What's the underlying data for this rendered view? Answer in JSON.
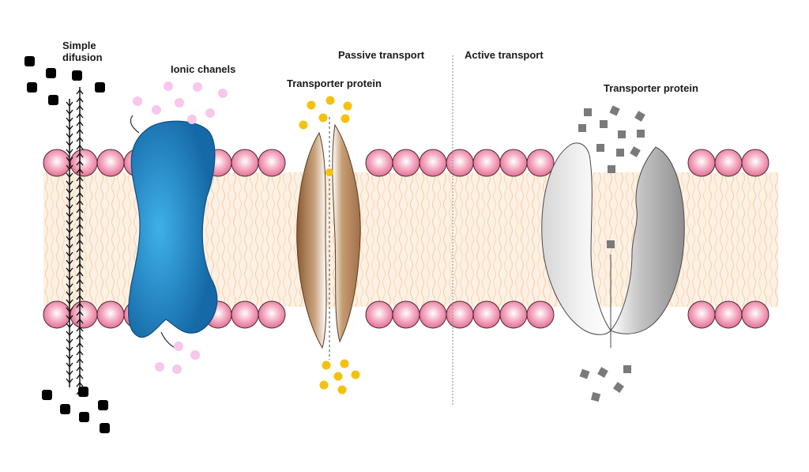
{
  "labels": {
    "simple_diffusion_line1": "Simple",
    "simple_diffusion_line2": "difusion",
    "ionic_channels": "Ionic chanels",
    "transporter_protein_passive": "Transporter protein",
    "passive_transport": "Passive transport",
    "active_transport": "Active transport",
    "transporter_protein_active": "Transporter protein"
  },
  "colors": {
    "phospholipid_head": "#f08aa8",
    "lipid_tails": "#f6c9a0",
    "ion_channel": "#1a82c4",
    "passive_transporter": "#a8784e",
    "active_transporter": "#bdbdbd",
    "ion_particles": "#f7c7ec",
    "passive_particles": "#f4c20d",
    "active_particles": "#7a7a7a",
    "diffusion_particles": "#000000"
  },
  "icons": {
    "simple_diffusion_molecule": "black-rounded-square",
    "ion": "pink-circle",
    "passive_solute": "yellow-circle",
    "active_solute": "grey-square"
  }
}
